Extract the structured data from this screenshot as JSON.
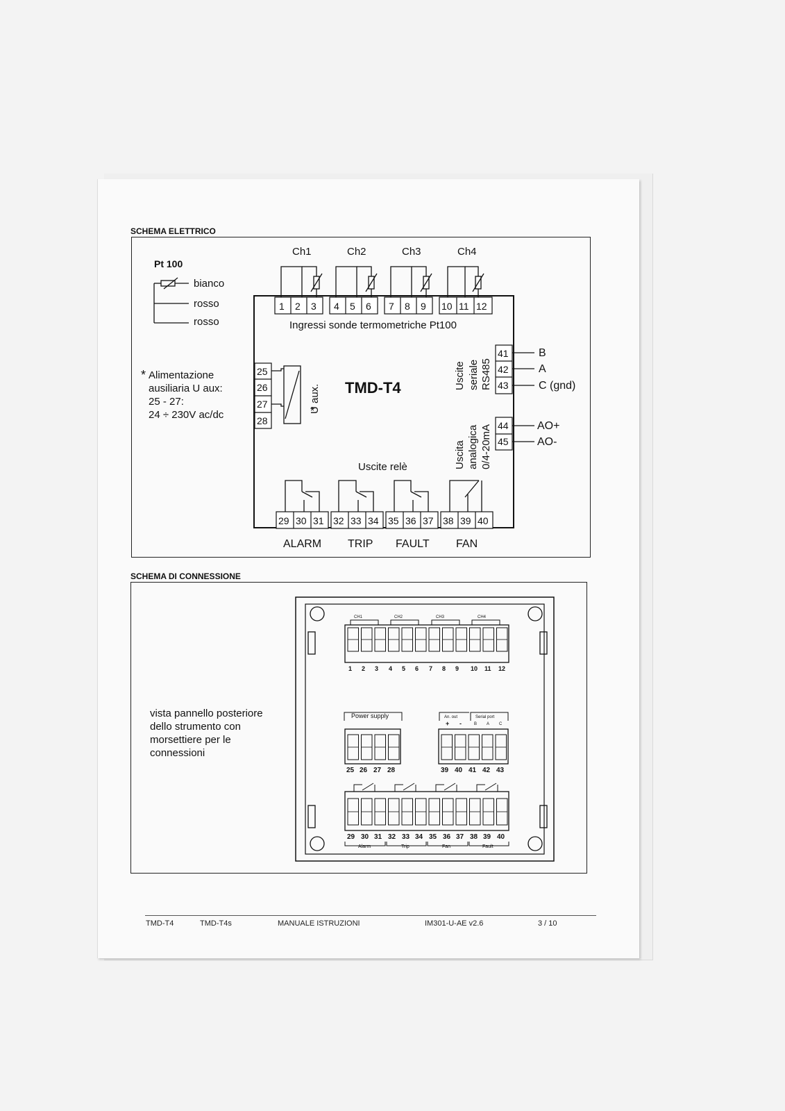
{
  "schema_elettrico": {
    "title": "SCHEMA ELETTRICO",
    "pt100": {
      "label": "Pt 100",
      "wires": [
        "bianco",
        "rosso",
        "rosso"
      ]
    },
    "channels": [
      "Ch1",
      "Ch2",
      "Ch3",
      "Ch4"
    ],
    "input_terminals": [
      "1",
      "2",
      "3",
      "4",
      "5",
      "6",
      "7",
      "8",
      "9",
      "10",
      "11",
      "12"
    ],
    "inputs_caption": "Ingressi sonde termometriche Pt100",
    "aux_note": {
      "star": "*",
      "lines": [
        "Alimentazione",
        "ausiliaria U aux:",
        "25 - 27:",
        "24 ÷ 230V ac/dc"
      ]
    },
    "aux_terminals": [
      "25",
      "26",
      "27",
      "28"
    ],
    "aux_label": "U aux.",
    "aux_star": "*",
    "device_name": "TMD-T4",
    "serial": {
      "label_lines": [
        "Uscite",
        "seriale",
        "RS485"
      ],
      "terminals": [
        "41",
        "42",
        "43"
      ],
      "signals": [
        "B",
        "A",
        "C (gnd)"
      ]
    },
    "analog": {
      "label_lines": [
        "Uscita",
        "analogica",
        "0/4-20mA"
      ],
      "terminals": [
        "44",
        "45"
      ],
      "signals": [
        "AO+",
        "AO-"
      ]
    },
    "relays_caption": "Uscite relè",
    "relay_terminals": [
      "29",
      "30",
      "31",
      "32",
      "33",
      "34",
      "35",
      "36",
      "37",
      "38",
      "39",
      "40"
    ],
    "relay_names": [
      "ALARM",
      "TRIP",
      "FAULT",
      "FAN"
    ]
  },
  "schema_connessione": {
    "title": "SCHEMA DI CONNESSIONE",
    "description": [
      "vista pannello posteriore",
      "dello strumento con",
      "morsettiere per le",
      "connessioni"
    ],
    "top_channels": [
      "CH1",
      "CH2",
      "CH3",
      "CH4"
    ],
    "top_numbers": [
      "1",
      "2",
      "3",
      "4",
      "5",
      "6",
      "7",
      "8",
      "9",
      "10",
      "11",
      "12"
    ],
    "power_label": "Power supply",
    "power_numbers": [
      "25",
      "26",
      "27",
      "28"
    ],
    "an_out_label": "An. out",
    "an_out_signs": [
      "+",
      "-"
    ],
    "serial_label": "Serial port",
    "serial_signals": [
      "B",
      "A",
      "C"
    ],
    "mid_right_numbers": [
      "39",
      "40",
      "41",
      "42",
      "43"
    ],
    "bottom_numbers": [
      "29",
      "30",
      "31",
      "32",
      "33",
      "34",
      "35",
      "36",
      "37",
      "38",
      "39",
      "40"
    ],
    "bottom_groups": [
      "Alarm",
      "Trip",
      "Fan",
      "Fault"
    ]
  },
  "footer": {
    "model1": "TMD-T4",
    "model2": "TMD-T4s",
    "manual": "MANUALE ISTRUZIONI",
    "code": "IM301-U-AE v2.6",
    "page": "3 / 10"
  }
}
